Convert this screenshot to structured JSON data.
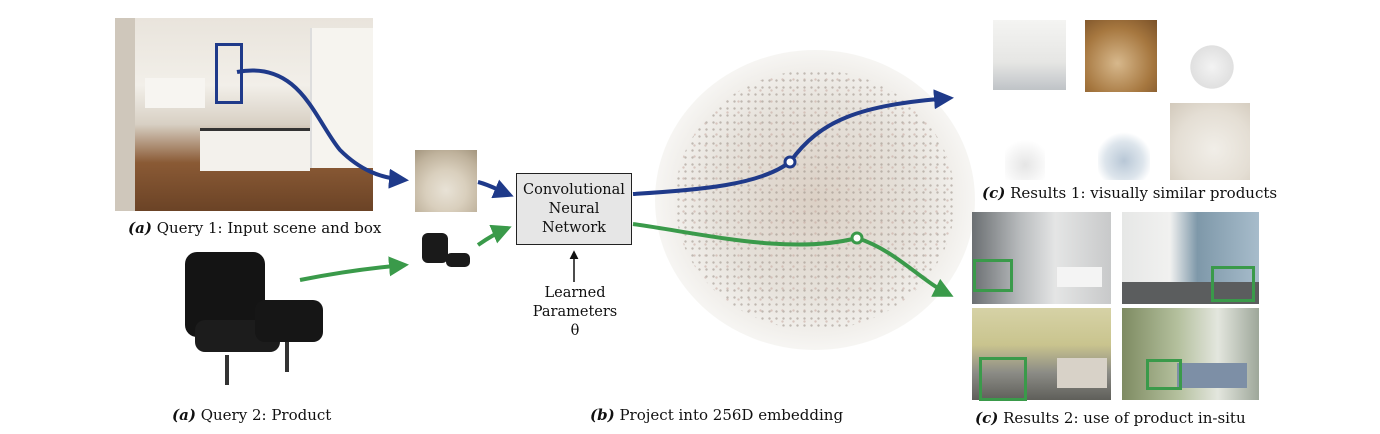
{
  "captions": {
    "query1_label": "(a)",
    "query1_text": "Query 1: Input scene and box",
    "query2_label": "(a)",
    "query2_text": "Query 2: Product",
    "embedding_label": "(b)",
    "embedding_text": "Project into 256D embedding",
    "results1_label": "(c)",
    "results1_text": "Results 1: visually similar products",
    "results2_label": "(c)",
    "results2_text": "Results 2: use of product in-situ"
  },
  "cnn": {
    "line1": "Convolutional",
    "line2": "Neural",
    "line3": "Network"
  },
  "learned": {
    "line1": "Learned",
    "line2": "Parameters θ"
  },
  "colors": {
    "query1_path": "#1f3a8a",
    "query2_path": "#3a9a4a",
    "box_blue": "#1f3a8a",
    "box_green": "#3a9a4a",
    "cnn_fill": "#e6e6e6"
  }
}
